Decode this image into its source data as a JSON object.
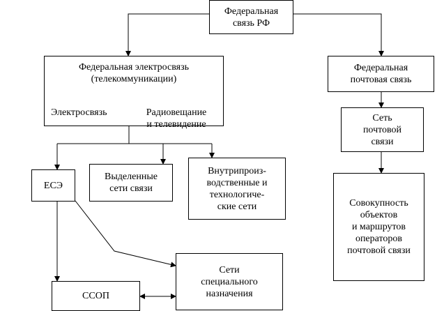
{
  "nodes": {
    "federal_communication": "Федеральная\nсвязь РФ",
    "federal_telecom": "Федеральная электросвязь\n(телекоммуникации)",
    "telecom_split": {
      "electrosvyaz": "Электросвязь",
      "radio_tv": "Радиовещание\nи телевидение"
    },
    "federal_postal": "Федеральная\nпочтовая связь",
    "postal_network": "Сеть\nпочтовой\nсвязи",
    "postal_objects": "Совокупность\nобъектов\nи маршрутов\nоператоров\nпочтовой связи",
    "ess": "ЕСЭ",
    "dedicated_networks": "Выделенные\nсети связи",
    "internal_networks": "Внутрипроиз-\nводственные и\nтехнологиче-\nские сети",
    "special_networks": "Сети\nспециального\nназначения",
    "ssop": "ССОП"
  }
}
